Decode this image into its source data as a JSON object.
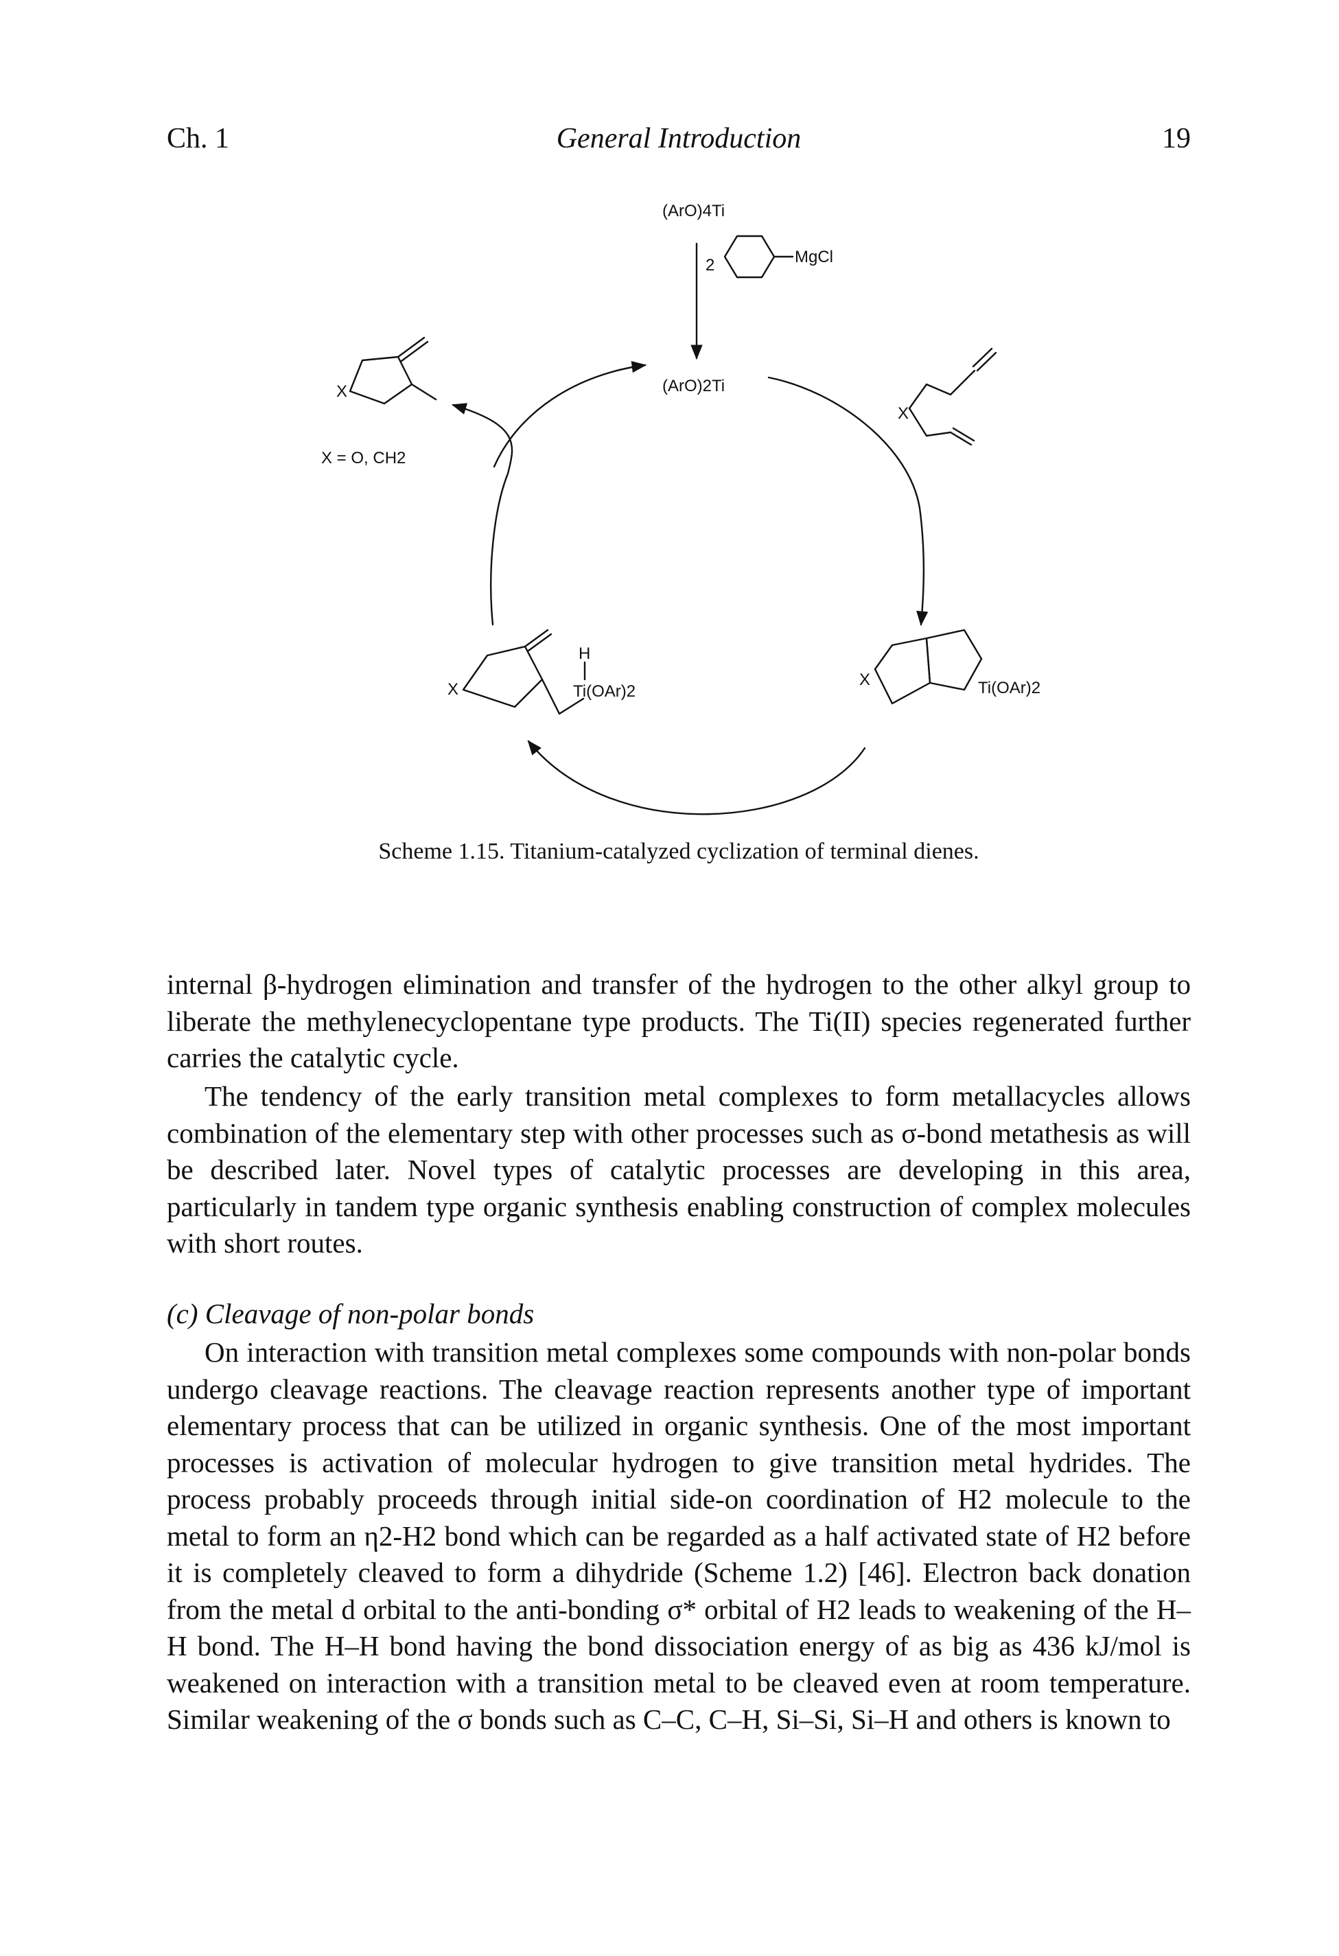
{
  "running_head": {
    "chapter": "Ch. 1",
    "title": "General Introduction",
    "page_number": "19"
  },
  "scheme": {
    "catalyst_precursor": "(ArO)4Ti",
    "grignard_equiv": "2",
    "grignard_reagent": "MgCl",
    "active_catalyst": "(ArO)2Ti",
    "product_x_definition": "X = O, CH2",
    "intermediate_hydride_h": "H",
    "intermediate_hydride_ti": "Ti(OAr)2",
    "metallacycle_ti": "Ti(OAr)2",
    "x_label": "X"
  },
  "caption": "Scheme 1.15. Titanium-catalyzed cyclization of terminal dienes.",
  "paragraphs": {
    "p1": "internal β-hydrogen elimination and transfer of the hydrogen to the other alkyl group to liberate the methylenecyclopentane type products. The Ti(II) species regenerated further carries the catalytic cycle.",
    "p2": "The tendency of the early transition metal complexes to form metallacycles allows combination of the elementary step with other processes such as σ-bond metathesis as will be described later. Novel types of catalytic processes are developing in this area, particularly in tandem type organic synthesis enabling construction of complex molecules with short routes.",
    "heading": "(c) Cleavage of non-polar bonds",
    "p3": "On interaction with transition metal complexes some compounds with non-polar bonds undergo cleavage reactions. The cleavage reaction represents another type of important elementary process that can be utilized in organic synthesis. One of the most important processes is activation of molecular hydrogen to give transition metal hydrides. The process probably proceeds through initial side-on coordination of H2 molecule to the metal to form an η2-H2 bond which can be regarded as a half activated state of H2 before it is completely cleaved to form a dihydride (Scheme 1.2) [46]. Electron back donation from the metal d orbital to the anti-bonding σ* orbital of H2 leads to weakening of the H–H bond. The H–H bond having the bond dissociation energy of as big as 436 kJ/mol is weakened on interaction with a transition metal to be cleaved even at room temperature. Similar weakening of the σ bonds such as C–C, C–H, Si–Si, Si–H and others is known to"
  }
}
